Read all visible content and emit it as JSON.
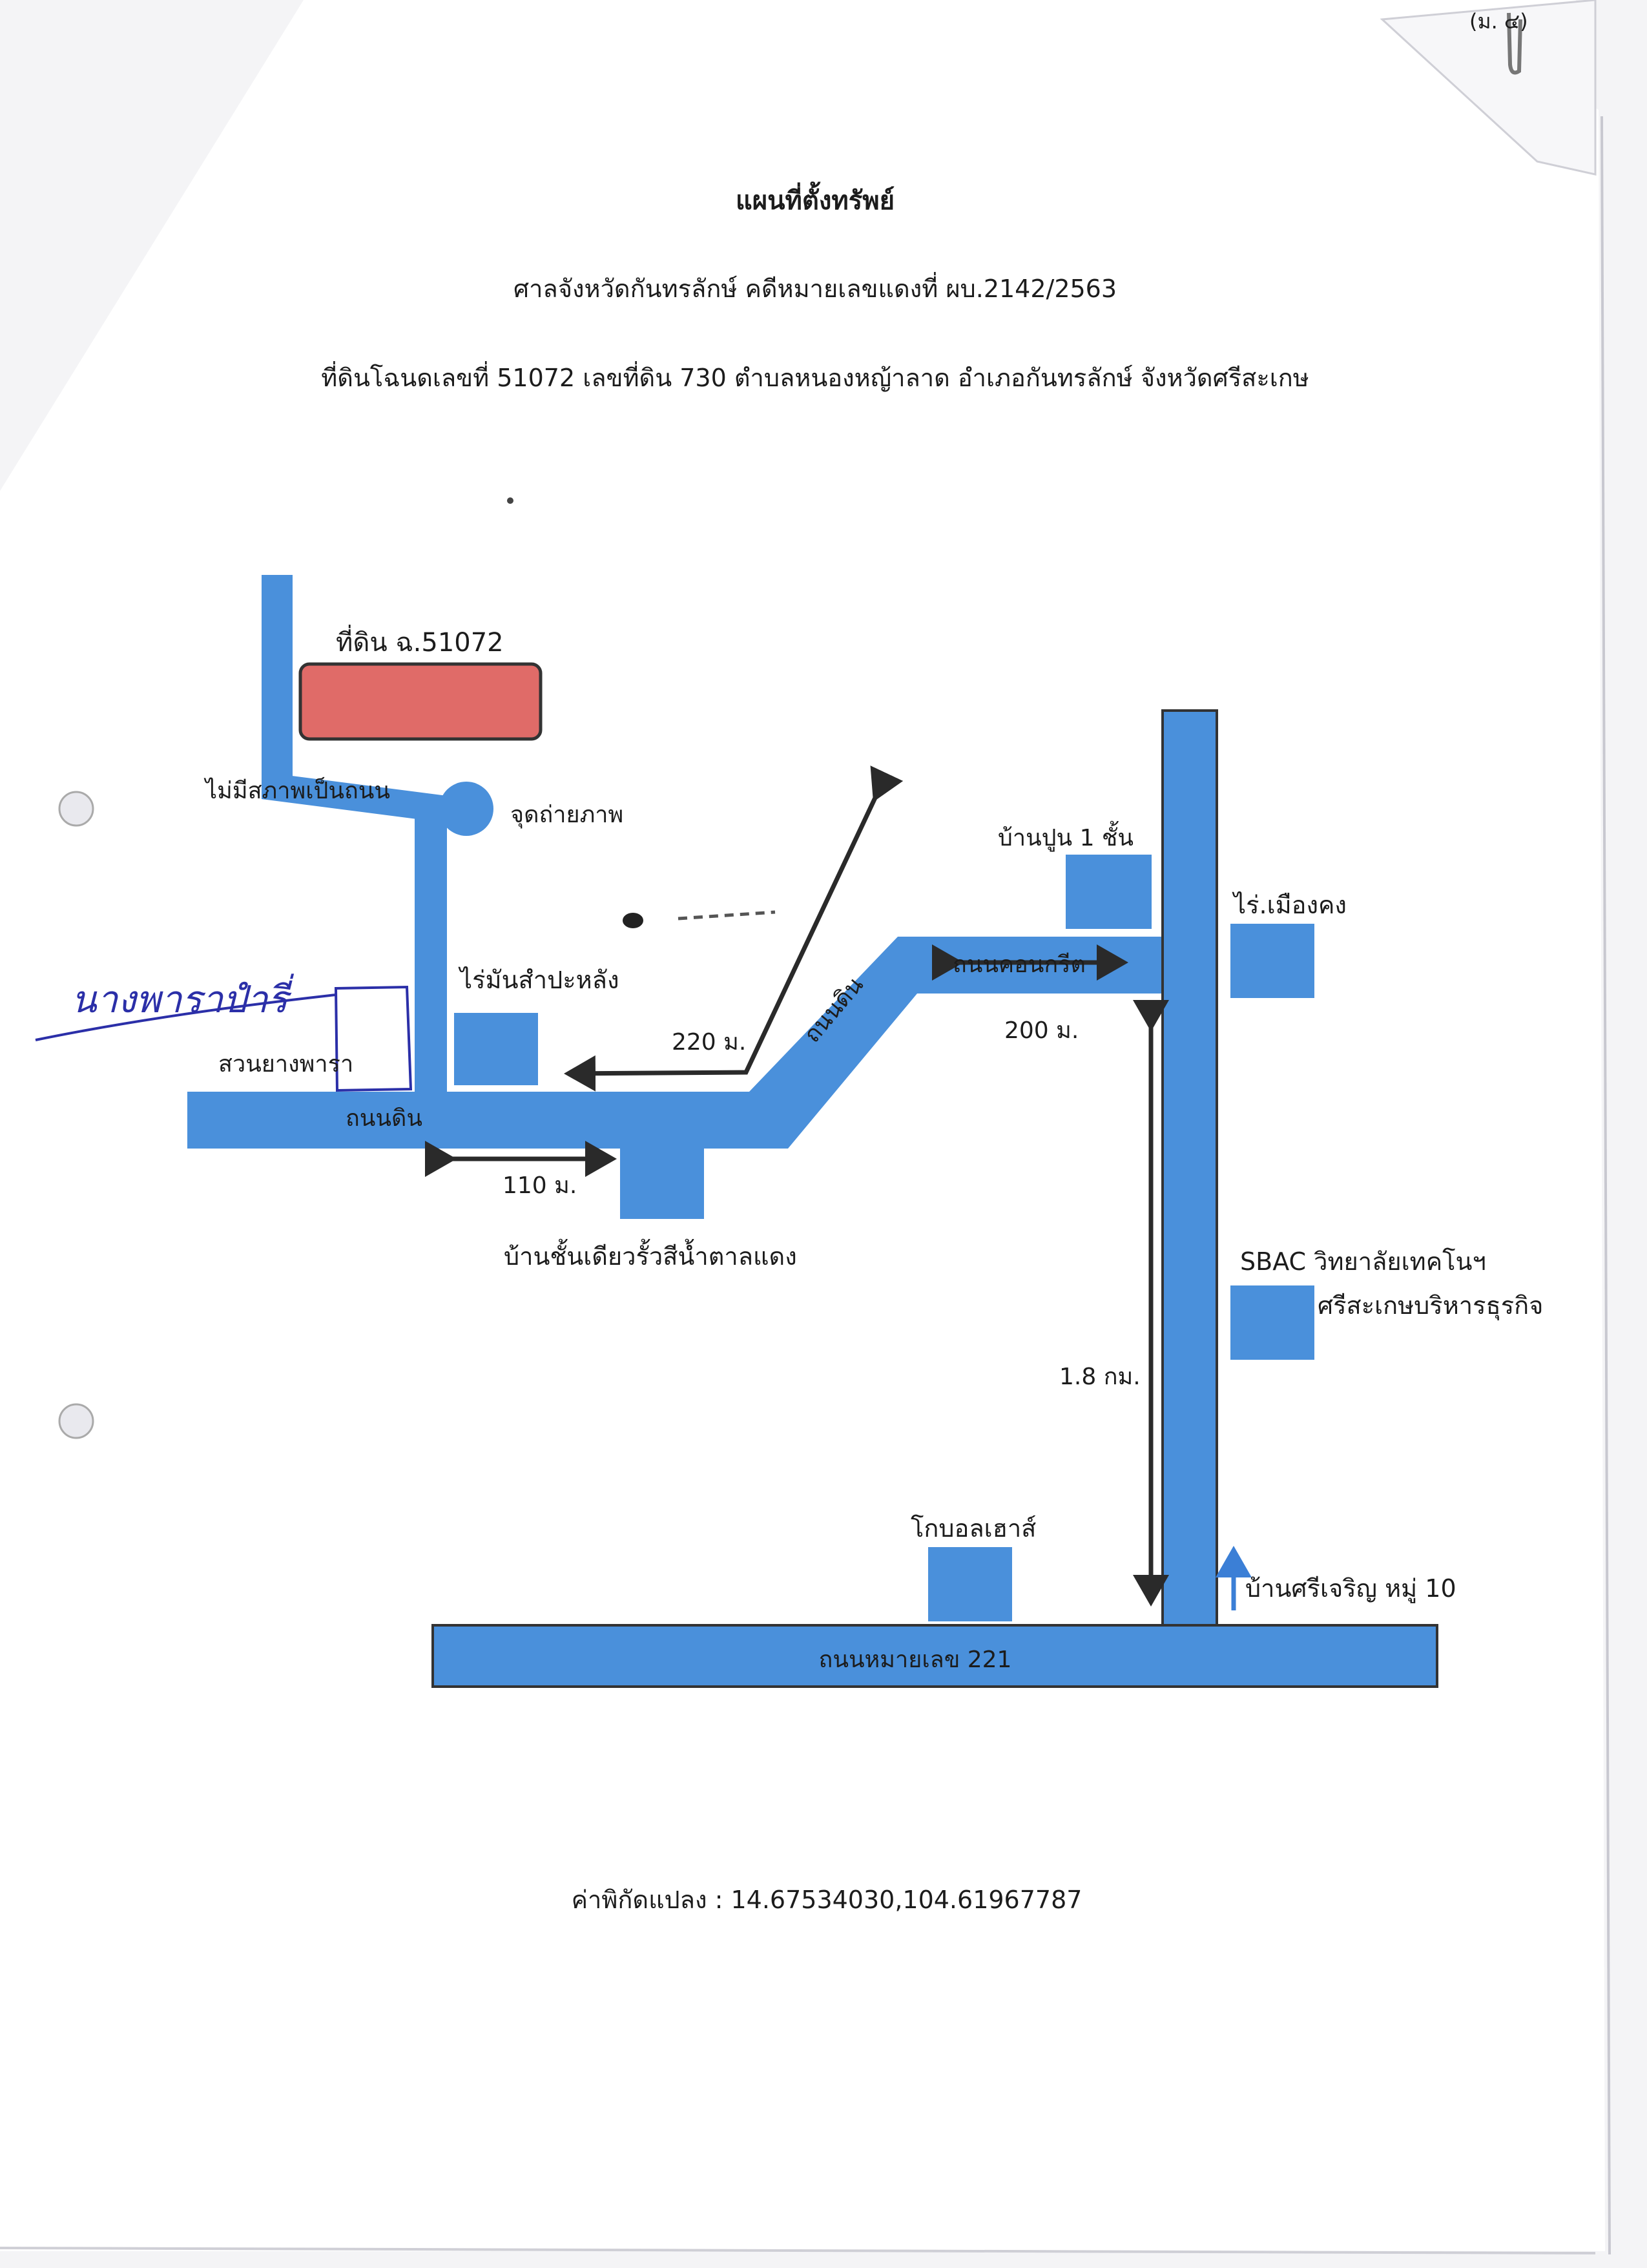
{
  "page_marker": "(ม. ๔)",
  "header": {
    "title": "แผนที่ตั้งทรัพย์",
    "court_line": "ศาลจังหวัดกันทรลักษ์ คดีหมายเลขแดงที่ ผบ.2142/2563",
    "land_line": "ที่ดินโฉนดเลขที่ 51072 เลขที่ดิน 730 ตำบลหนองหญ้าลาด อำเภอกันทรลักษ์ จังหวัดศรีสะเกษ"
  },
  "map": {
    "parcel_label": "ที่ดิน ฉ.51072",
    "no_road_label": "ไม่มีสภาพเป็นถนน",
    "photo_point_label": "จุดถ่ายภาพ",
    "handwritten_note": "นางพาราปำรี่",
    "rubber_orchard_label": "สวนยางพารา",
    "cassava_field_label": "ไร่มันสำปะหลัง",
    "dirt_road_label": "ถนนดิน",
    "dirt_road_diag_label": "ถนนดิน",
    "concrete_road_label": "ถนนคอนกรีต",
    "highway_label": "ถนนหมายเลข 221",
    "house_one_storey_label": "บ้านชั้นเดียวรั้วสีน้ำตาลแดง",
    "house_concrete_label": "บ้านปูน 1 ชั้น",
    "farm_label": "ไร่.เมืองคง",
    "college_line1": "SBAC วิทยาลัยเทคโนฯ",
    "college_line2": "ศรีสะเกษบริหารธุรกิจ",
    "global_house_label": "โกบอลเฮาส์",
    "village_label": "บ้านศรีเจริญ หมู่ 10",
    "dist_110": "110 ม.",
    "dist_220": "220 ม.",
    "dist_200": "200 ม.",
    "dist_1_8": "1.8 กม."
  },
  "coordinates_label": "ค่าพิกัดแปลง : 14.67534030,104.61967787",
  "colors": {
    "road": "#4a90db",
    "parcel": "#e06b68",
    "arrow": "#2a2a2a",
    "handwriting": "#2b2fa8"
  }
}
